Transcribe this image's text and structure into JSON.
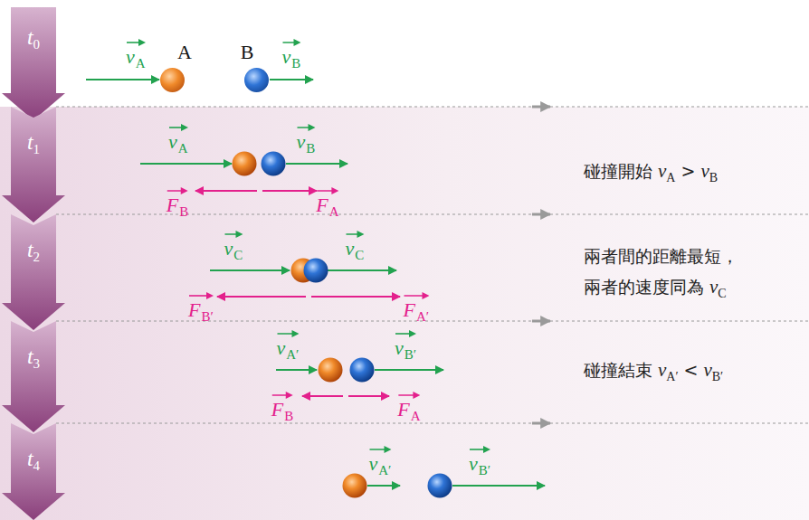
{
  "diagram": {
    "nodes": [
      {
        "text": [
          "t",
          "0"
        ]
      },
      {
        "text": [
          "t",
          "1"
        ]
      },
      {
        "text": [
          "t",
          "2"
        ]
      },
      {
        "text": [
          "t",
          "3"
        ]
      },
      {
        "text": [
          "t",
          "4"
        ]
      },
      {
        "text": [
          "A"
        ]
      },
      {
        "text": [
          "B"
        ]
      }
    ],
    "labels": [
      "v",
      "A",
      "v",
      "B",
      "v",
      "A",
      "v",
      "B",
      "F",
      "B",
      "F",
      "A",
      "碰撞開始",
      "v",
      "A",
      ">",
      "v",
      "B",
      "v",
      "C",
      "v",
      "C",
      "F",
      "B′",
      "F",
      "A′",
      "兩者間的距離最短，",
      "兩者的速度同為",
      "v",
      "C",
      "v",
      "A′",
      "v",
      "B′",
      "F",
      "B",
      "F",
      "A",
      "碰撞結束",
      "v",
      "A′",
      "<",
      "v",
      "B′",
      "v",
      "A′",
      "v",
      "B′"
    ]
  }
}
